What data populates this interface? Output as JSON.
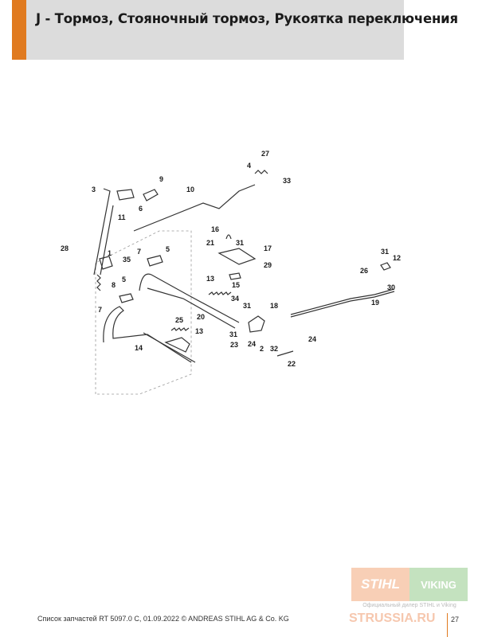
{
  "header": {
    "title": "J - Тормоз, Стояночный тормоз, Рукоятка переключения"
  },
  "diagram": {
    "labels": [
      "27",
      "4",
      "33",
      "9",
      "3",
      "10",
      "6",
      "11",
      "16",
      "21",
      "31",
      "17",
      "28",
      "1",
      "5",
      "7",
      "35",
      "29",
      "31",
      "12",
      "26",
      "30",
      "8",
      "13",
      "15",
      "5",
      "34",
      "19",
      "7",
      "31",
      "18",
      "20",
      "25",
      "13",
      "31",
      "23",
      "24",
      "2",
      "32",
      "24",
      "14",
      "22"
    ]
  },
  "footer": {
    "text": "Список запчастей RT 5097.0 C, 01.09.2022 © ANDREAS STIHL AG & Co. KG",
    "page": "27"
  },
  "watermark": {
    "stihl": "STIHL",
    "viking": "VIKING",
    "dealer": "Официальный дилер STIHL и Viking",
    "site": "STRUSSIA.RU"
  },
  "colors": {
    "accent": "#e07a1f",
    "header_bg": "#dcdcdc"
  }
}
